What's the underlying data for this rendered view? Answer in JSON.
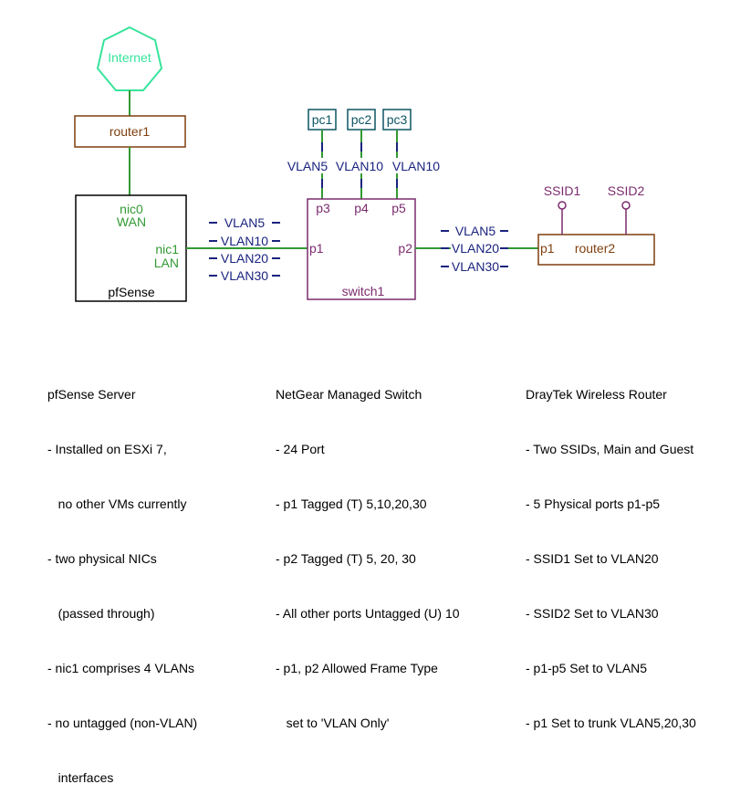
{
  "colors": {
    "green": "#339933",
    "brown": "#7f3f0f",
    "navy": "#1a237e",
    "teal": "#0b5563",
    "purple": "#7b2b6e",
    "internet": "#37e49b",
    "text": "#000000"
  },
  "diagram": {
    "internet": "Internet",
    "router1": "router1",
    "pfsense": {
      "nic0": "nic0",
      "wan": "WAN",
      "nic1": "nic1",
      "lan": "LAN",
      "name": "pfSense"
    },
    "pfsense_vlans": [
      "VLAN5",
      "VLAN10",
      "VLAN20",
      "VLAN30"
    ],
    "pcs": [
      {
        "name": "pc1",
        "vlan": "VLAN5"
      },
      {
        "name": "pc2",
        "vlan": "VLAN10"
      },
      {
        "name": "pc3",
        "vlan": "VLAN10"
      }
    ],
    "switch": {
      "name": "switch1",
      "p1": "p1",
      "p2": "p2",
      "p3": "p3",
      "p4": "p4",
      "p5": "p5"
    },
    "router2_vlans": [
      "VLAN5",
      "VLAN20",
      "VLAN30"
    ],
    "router2": {
      "name": "router2",
      "p1": "p1",
      "ssid1": "SSID1",
      "ssid2": "SSID2"
    }
  },
  "notes": {
    "pfsense": {
      "title": "pfSense Server",
      "lines": [
        "- Installed on ESXi 7,",
        "   no other VMs currently",
        "- two physical NICs",
        "   (passed through)",
        "- nic1 comprises 4 VLANs",
        "- no untagged (non-VLAN)",
        "   interfaces"
      ]
    },
    "switch": {
      "title": "NetGear Managed Switch",
      "lines": [
        "- 24 Port",
        "- p1 Tagged (T) 5,10,20,30",
        "- p2 Tagged (T) 5, 20, 30",
        "- All other ports Untagged (U) 10",
        "- p1, p2 Allowed Frame Type",
        "   set to 'VLAN Only'"
      ]
    },
    "router": {
      "title": "DrayTek Wireless Router",
      "lines": [
        "- Two SSIDs, Main and Guest",
        "- 5 Physical ports p1-p5",
        "- SSID1 Set to VLAN20",
        "- SSID2 Set to VLAN30",
        "- p1-p5 Set to VLAN5",
        "- p1 Set to trunk VLAN5,20,30"
      ]
    }
  }
}
